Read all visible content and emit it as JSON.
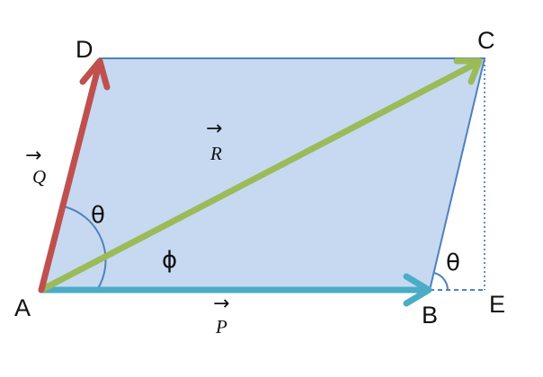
{
  "points": {
    "A": "A",
    "B": "B",
    "C": "C",
    "D": "D",
    "E": "E"
  },
  "vectors": {
    "P": {
      "label": "P",
      "arrow": "→"
    },
    "Q": {
      "label": "Q",
      "arrow": "→"
    },
    "R": {
      "label": "R",
      "arrow": "→"
    }
  },
  "angles": {
    "theta_at_A": "θ",
    "phi_at_A": "ϕ",
    "theta_at_B": "θ"
  },
  "colors": {
    "parallelogram_fill": "#c6d9f1",
    "parallelogram_edge": "#4f81bd",
    "vector_P": "#4bacc6",
    "vector_Q": "#c0504d",
    "vector_R": "#9bbb59",
    "extension_line": "#4f81bd",
    "angle_arc": "#4f81bd"
  }
}
